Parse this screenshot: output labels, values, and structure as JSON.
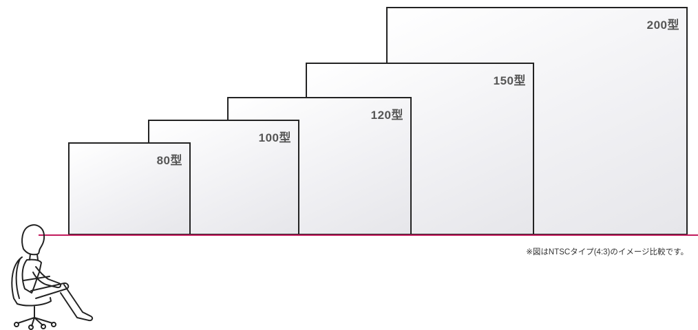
{
  "screens": [
    {
      "label": "200型"
    },
    {
      "label": "150型"
    },
    {
      "label": "120型"
    },
    {
      "label": "100型"
    },
    {
      "label": "80型"
    }
  ],
  "note": "※図はNTSCタイプ(4:3)のイメージ比較です。",
  "colors": {
    "floor_line": "#c2185b",
    "screen_border": "#222222",
    "label_text": "#555555"
  },
  "icons": {
    "viewer": "seated-person-icon"
  }
}
